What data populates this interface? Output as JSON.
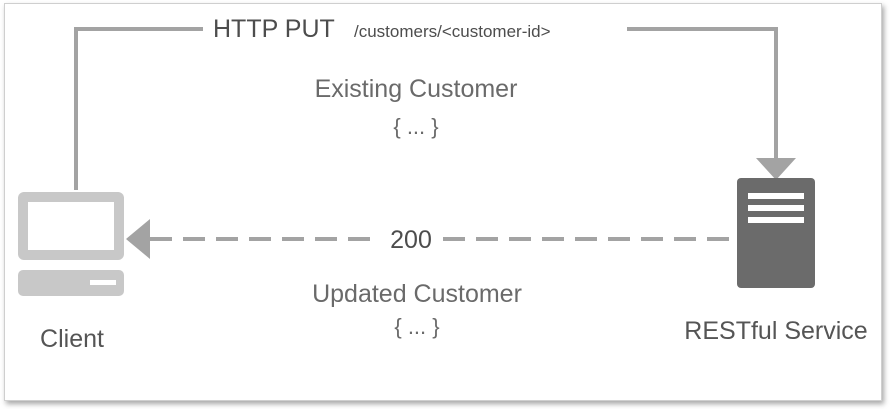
{
  "request": {
    "method": "HTTP PUT",
    "path": "/customers/<customer-id>",
    "payload_title": "Existing Customer",
    "payload_body": "{ ... }"
  },
  "response": {
    "status": "200",
    "payload_title": "Updated Customer",
    "payload_body": "{ ... }"
  },
  "nodes": {
    "client": "Client",
    "service": "RESTful Service"
  },
  "colors": {
    "line": "#a3a3a3",
    "client_icon": "#c8c8c8",
    "server_icon": "#6b6b6b",
    "text": "#555555"
  },
  "icons": {
    "client": "desktop-computer-icon",
    "service": "server-icon"
  }
}
